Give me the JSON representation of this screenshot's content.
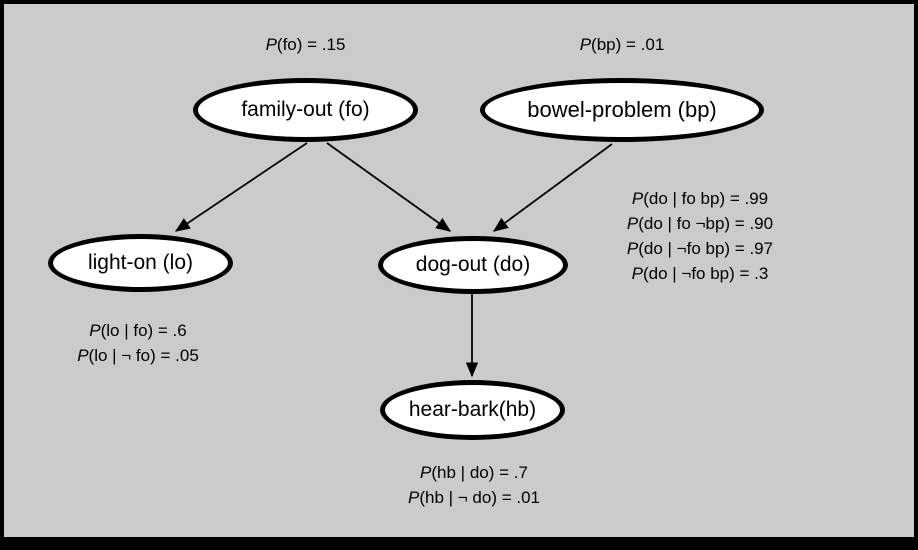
{
  "canvas": {
    "background_color": "#cbcbcb",
    "border_color": "#000000",
    "node_fill": "#ffffff",
    "node_stroke": "#000000"
  },
  "nodes": {
    "family_out": {
      "label": "family-out (fo)"
    },
    "bowel_problem": {
      "label": "bowel-problem (bp)"
    },
    "light_on": {
      "label": "light-on (lo)"
    },
    "dog_out": {
      "label": "dog-out (do)"
    },
    "hear_bark": {
      "label": "hear-bark(hb)"
    }
  },
  "priors": {
    "fo": {
      "p": "P",
      "rest": "(fo) = .15"
    },
    "bp": {
      "p": "P",
      "rest": "(bp) = .01"
    }
  },
  "cpts": {
    "dog_out": [
      {
        "p": "P",
        "rest": "(do | fo bp) = .99"
      },
      {
        "p": "P",
        "rest": "(do | fo ¬bp) = .90"
      },
      {
        "p": "P",
        "rest": "(do | ¬fo bp) = .97"
      },
      {
        "p": "P",
        "rest": "(do | ¬fo bp) = .3"
      }
    ],
    "light_on": [
      {
        "p": "P",
        "rest": "(lo | fo) = .6"
      },
      {
        "p": "P",
        "rest": "(lo | ¬ fo) = .05"
      }
    ],
    "hear_bark": [
      {
        "p": "P",
        "rest": "(hb | do) = .7"
      },
      {
        "p": "P",
        "rest": "(hb | ¬ do) = .01"
      }
    ]
  },
  "edges": [
    {
      "from": "family-out",
      "to": "light-on"
    },
    {
      "from": "family-out",
      "to": "dog-out"
    },
    {
      "from": "bowel-problem",
      "to": "dog-out"
    },
    {
      "from": "dog-out",
      "to": "hear-bark"
    }
  ]
}
